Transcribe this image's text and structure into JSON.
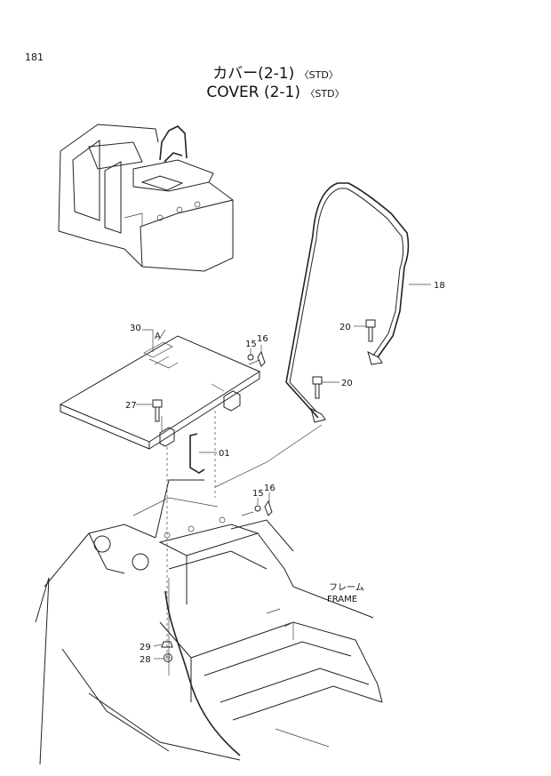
{
  "page_number": "181",
  "title_jp": "カバー(2-1)",
  "title_jp_suffix": "〈STD〉",
  "title_en": "COVER (2-1)",
  "title_en_suffix": "〈STD〉",
  "callouts": {
    "c30": "30",
    "cA": "A",
    "c15a": "15",
    "c16a": "16",
    "c27": "27",
    "c01": "01",
    "c15b": "15",
    "c16b": "16",
    "c18": "18",
    "c20a": "20",
    "c20b": "20",
    "c29": "29",
    "c28": "28"
  },
  "frame_label_jp": "フレーム",
  "frame_label_en": "FRAME"
}
